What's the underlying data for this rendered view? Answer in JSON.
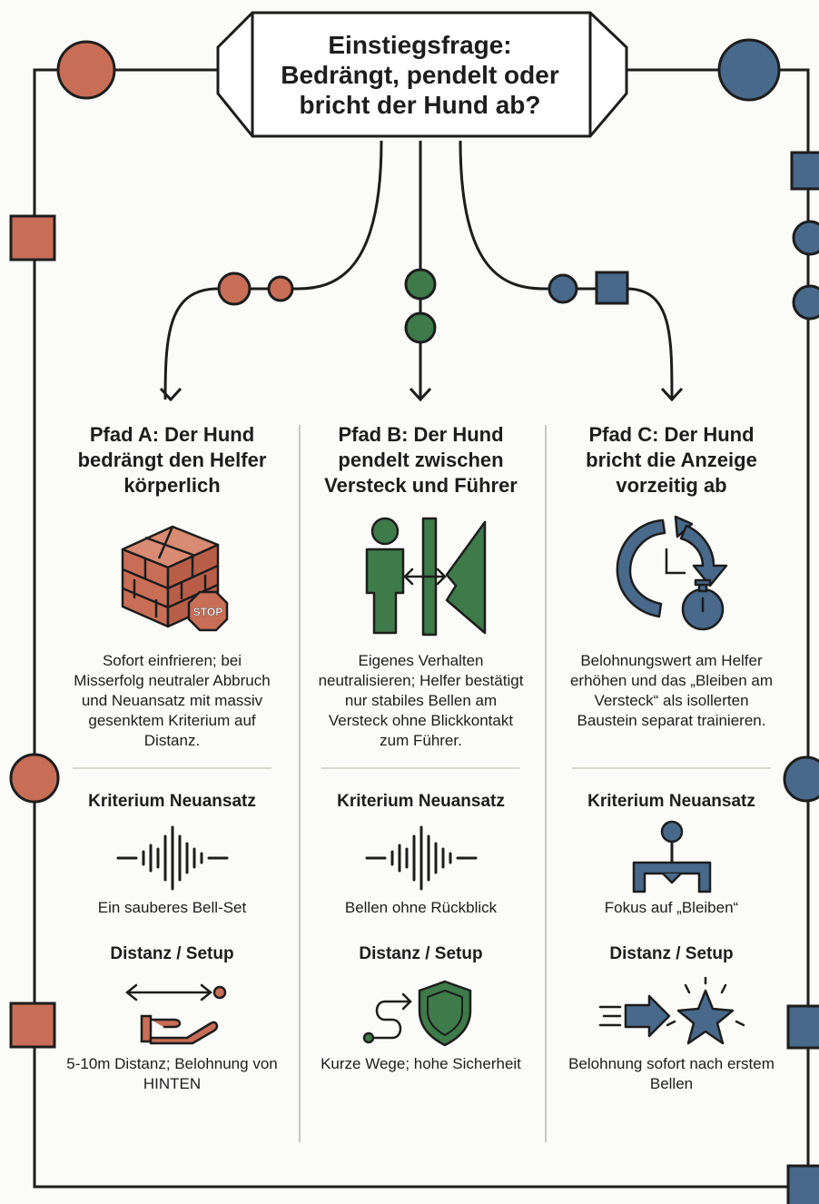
{
  "title": {
    "line1": "Einstiegsfrage:",
    "line2": "Bedrängt, pendelt oder",
    "line3": "bricht der Hund ab?"
  },
  "colors": {
    "path_a": "#c86e56",
    "path_b": "#3e7a4a",
    "path_c": "#48698a",
    "ink": "#1d1d1d"
  },
  "paths": [
    {
      "title": "Pfad A: Der Hund bedrängt den Helfer körperlich",
      "icon": "brick-box-stop-icon",
      "action": "Sofort einfrieren; bei Misserfolg neutraler Abbruch und Neuansatz mit massiv gesenktem Kriterium auf Distanz.",
      "criterion_label": "Kriterium Neuansatz",
      "criterion_icon": "sound-wave-icon",
      "criterion_text": "Ein sauberes Bell-Set",
      "setup_label": "Distanz / Setup",
      "setup_icon": "hand-distance-icon",
      "setup_text": "5-10m Distanz; Belohnung von HINTEN"
    },
    {
      "title": "Pfad B: Der Hund pendelt zwischen Versteck und Führer",
      "icon": "person-wall-hide-icon",
      "action": "Eigenes Verhalten neutralisieren; Helfer bestätigt nur stabiles Bellen am Versteck ohne Blickkontakt zum Führer.",
      "criterion_label": "Kriterium Neuansatz",
      "criterion_icon": "sound-wave-icon",
      "criterion_text": "Bellen ohne Rückblick",
      "setup_label": "Distanz / Setup",
      "setup_icon": "path-shield-icon",
      "setup_text": "Kurze Wege; hohe Sicherheit"
    },
    {
      "title": "Pfad C: Der Hund bricht die Anzeige vorzeitig ab",
      "icon": "clock-stopwatch-icon",
      "action": "Belohnungswert am Helfer erhöhen und das „Bleiben am Versteck“ als isollerten Baustein separat trainieren.",
      "criterion_label": "Kriterium Neuansatz",
      "criterion_icon": "joystick-icon",
      "criterion_text": "Fokus auf „Bleiben“",
      "setup_label": "Distanz / Setup",
      "setup_icon": "arrow-star-icon",
      "setup_text": "Belohnung sofort nach erstem Bellen"
    }
  ]
}
